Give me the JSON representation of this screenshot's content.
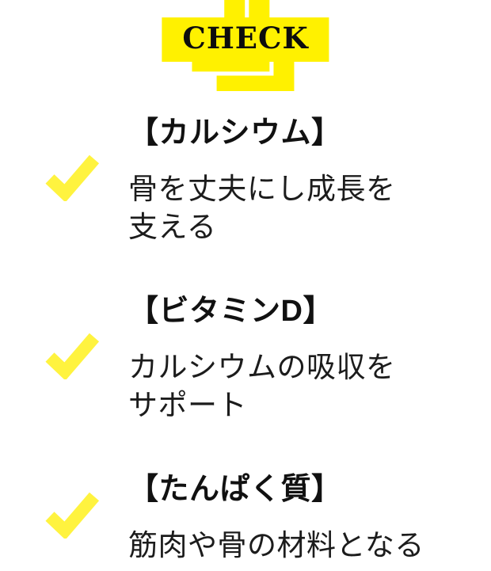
{
  "colors": {
    "banner_yellow": "#FFF100",
    "check_yellow": "#FFF33F",
    "text_black": "#111111"
  },
  "header": {
    "badge_label": "CHECK"
  },
  "checklist": {
    "items": [
      {
        "title": "【カルシウム】",
        "body": "骨を丈夫にし成長を支える",
        "body_lines": [
          "骨を丈夫にし成長を",
          "支える"
        ]
      },
      {
        "title": "【ビタミンD】",
        "body": "カルシウムの吸収をサポート",
        "body_lines": [
          "カルシウムの吸収を",
          "サポート"
        ]
      },
      {
        "title": "【たんぱく質】",
        "body": "筋肉や骨の材料となる",
        "body_lines": [
          "筋肉や骨の材料となる"
        ]
      }
    ]
  }
}
